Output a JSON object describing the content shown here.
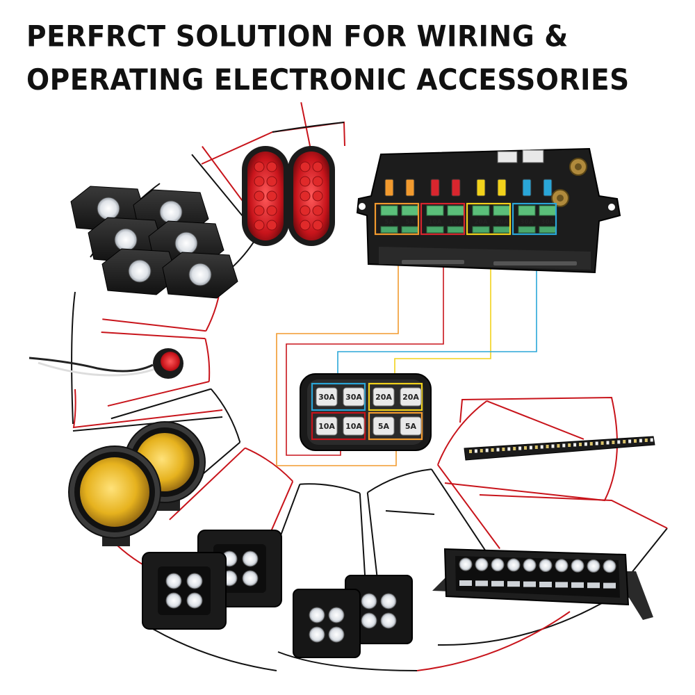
{
  "headline": {
    "line1": "PERFRCT SOLUTION FOR WIRING &",
    "line2": "OPERATING ELECTRONIC ACCESSORIES"
  },
  "relay_box": {
    "fuse_ratings": [
      "5A",
      "5A",
      "10A",
      "10A",
      "20A",
      "20A",
      "30A",
      "30A"
    ],
    "group_colors": [
      "#f29a2e",
      "#d8262e",
      "#f2d21b",
      "#2aa6d8"
    ]
  },
  "switch_panel": {
    "row1": [
      "30A",
      "30A",
      "20A",
      "20A"
    ],
    "row2": [
      "10A",
      "10A",
      "5A",
      "5A"
    ]
  },
  "accessories": [
    {
      "icon": "rock-light-icon"
    },
    {
      "icon": "trailer-tail-light-icon"
    },
    {
      "icon": "marker-light-icon"
    },
    {
      "icon": "round-fog-light-icon"
    },
    {
      "icon": "flush-mount-pod-light-icon"
    },
    {
      "icon": "cube-pod-light-icon"
    },
    {
      "icon": "slim-light-bar-icon"
    },
    {
      "icon": "dual-row-light-bar-icon"
    }
  ],
  "colors": {
    "red": "#c8141b",
    "black": "#111111",
    "orange": "#f29a2e",
    "yellow": "#f2d21b",
    "blue": "#2aa6d8"
  }
}
